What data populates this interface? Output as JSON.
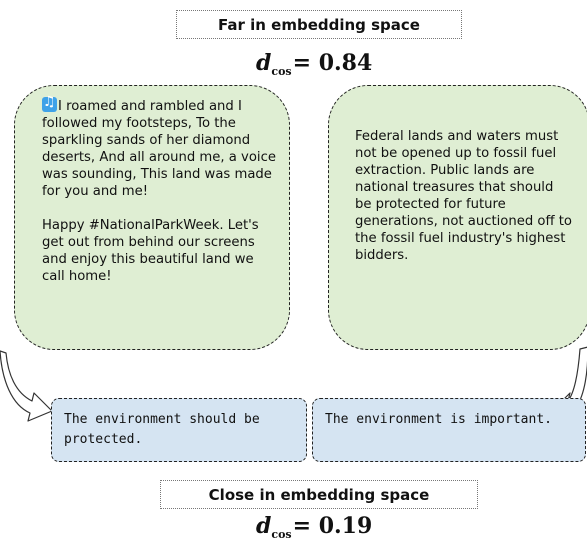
{
  "far_label": "Far in embedding space",
  "far_metric": {
    "symbol": "d",
    "subscript": "cos",
    "value": "= 0.84"
  },
  "left_card": {
    "icon": "music-note-icon",
    "paragraph1": "I roamed and rambled and I followed my footsteps, To the sparkling sands of her diamond deserts, And all around me, a voice was sounding, This land was made for you and me!",
    "paragraph2": "Happy #NationalParkWeek. Let's get out from behind our screens and enjoy this beautiful land we call home!"
  },
  "right_card": {
    "text": "Federal lands and waters must not be opened up to fossil fuel extraction. Public lands are national treasures that should be protected for future generations, not auctioned off to the fossil fuel industry's highest bidders."
  },
  "summary_left": "The environment should be protected.",
  "summary_right": "The environment is important.",
  "close_label": "Close in embedding space",
  "close_metric": {
    "symbol": "d",
    "subscript": "cos",
    "value": "= 0.19"
  },
  "colors": {
    "green_card": "#dfeed3",
    "blue_card": "#d5e4f2"
  }
}
